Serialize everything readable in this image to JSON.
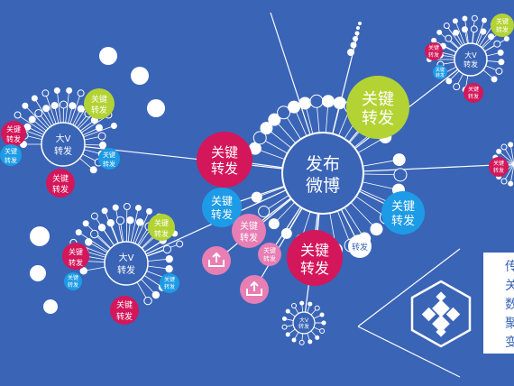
{
  "colors": {
    "background": "#3a64b6",
    "line": "#ffffff",
    "crimson": "#d3175a",
    "lime": "#b3d334",
    "sky": "#1d9be6",
    "pink": "#e77eb4",
    "hub_fill": "#3a64b6",
    "outline": "#ffffff"
  },
  "labels": {
    "hub_line1": "发布",
    "hub_line2": "微博",
    "key": "关键",
    "forward": "转发",
    "bigv": "大V"
  },
  "panel": {
    "text_lines": [
      "传",
      "关",
      "数",
      "聚",
      "变"
    ]
  },
  "icons": {
    "share_icon": "share-icon",
    "brand_logo": "globe-grid-logo"
  }
}
